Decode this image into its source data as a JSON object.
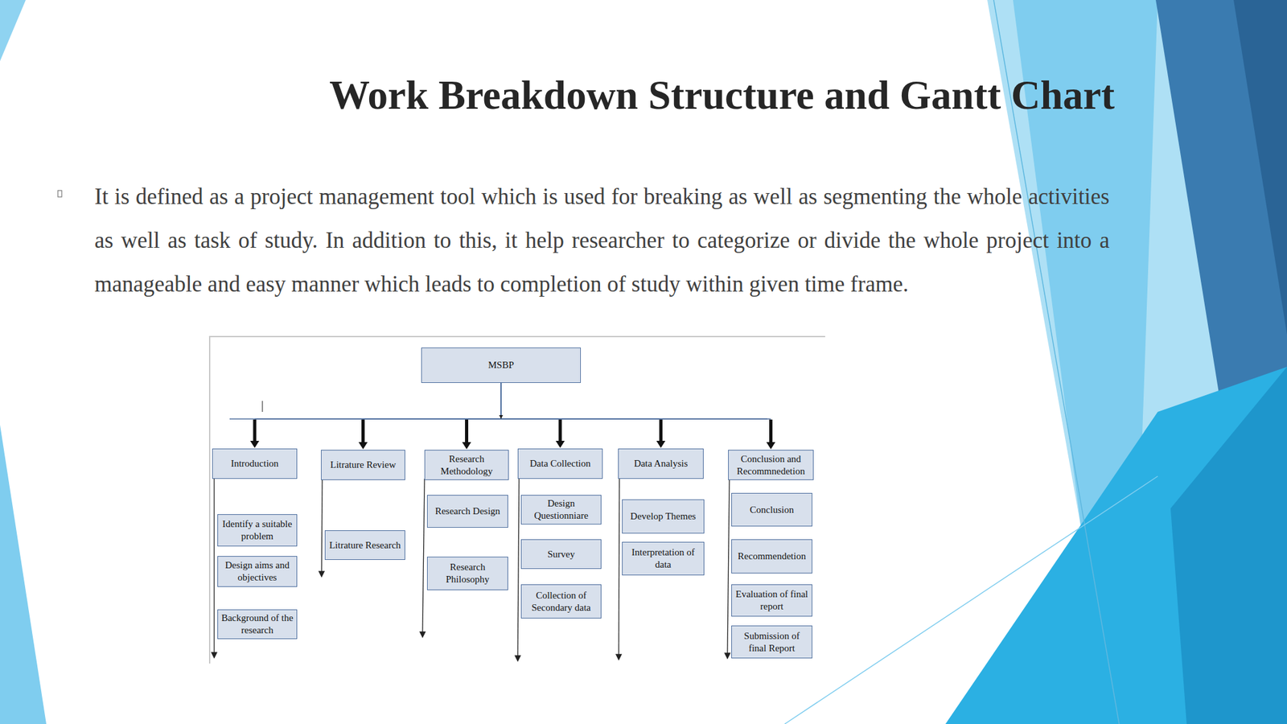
{
  "diagram": {
    "title": "Work Breakdown Structure and Gantt Chart",
    "nodes": [
      {
        "text": [
          "MSBP"
        ]
      },
      {
        "text": [
          "Introduction"
        ]
      },
      {
        "text": [
          "Litrature Review"
        ]
      },
      {
        "text": [
          "Research Methodology"
        ]
      },
      {
        "text": [
          "Data Collection"
        ]
      },
      {
        "text": [
          "Data Analysis"
        ]
      },
      {
        "text": [
          "Conclusion and Recommnedetion"
        ]
      },
      {
        "text": [
          "Identify a suitable problem"
        ]
      },
      {
        "text": [
          "Design aims and objectives"
        ]
      },
      {
        "text": [
          "Background of the research"
        ]
      },
      {
        "text": [
          "Litrature Research"
        ]
      },
      {
        "text": [
          "Research Design"
        ]
      },
      {
        "text": [
          "Research Philosophy"
        ]
      },
      {
        "text": [
          "Design Questionniare"
        ]
      },
      {
        "text": [
          "Survey"
        ]
      },
      {
        "text": [
          "Collection of Secondary data"
        ]
      },
      {
        "text": [
          "Develop Themes"
        ]
      },
      {
        "text": [
          "Interpretation of data"
        ]
      },
      {
        "text": [
          "Conclusion"
        ]
      },
      {
        "text": [
          "Recommendetion"
        ]
      },
      {
        "text": [
          "Evaluation of final report"
        ]
      },
      {
        "text": [
          "Submission of final Report"
        ]
      }
    ],
    "edges": [
      {
        "from": 0,
        "to": 1,
        "arrow": "to"
      },
      {
        "from": 0,
        "to": 2,
        "arrow": "to"
      },
      {
        "from": 0,
        "to": 3,
        "arrow": "to"
      },
      {
        "from": 0,
        "to": 4,
        "arrow": "to"
      },
      {
        "from": 0,
        "to": 5,
        "arrow": "to"
      },
      {
        "from": 0,
        "to": 6,
        "arrow": "to"
      }
    ],
    "labels": [
      "It is defined as a project management tool which is used for breaking as well as segmenting the whole activities as well as task of study. In addition to this, it help researcher to categorize or divide the whole project into a manageable and easy manner which leads to completion of study within given time frame."
    ]
  }
}
